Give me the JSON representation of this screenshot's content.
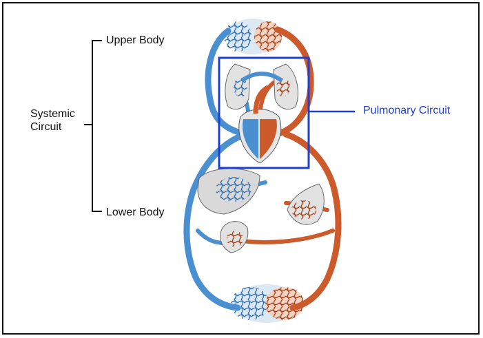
{
  "labels": {
    "upper_body": "Upper Body",
    "lower_body": "Lower Body",
    "systemic_line1": "Systemic",
    "systemic_line2": "Circuit",
    "pulmonary": "Pulmonary Circuit"
  },
  "colors": {
    "deoxygenated": "#4a8fd0",
    "oxygenated": "#cc5a2a",
    "highlight": "#1f3fd1",
    "organ": "#d9d9d9"
  },
  "icons": [
    "circulatory-system-illustration"
  ]
}
